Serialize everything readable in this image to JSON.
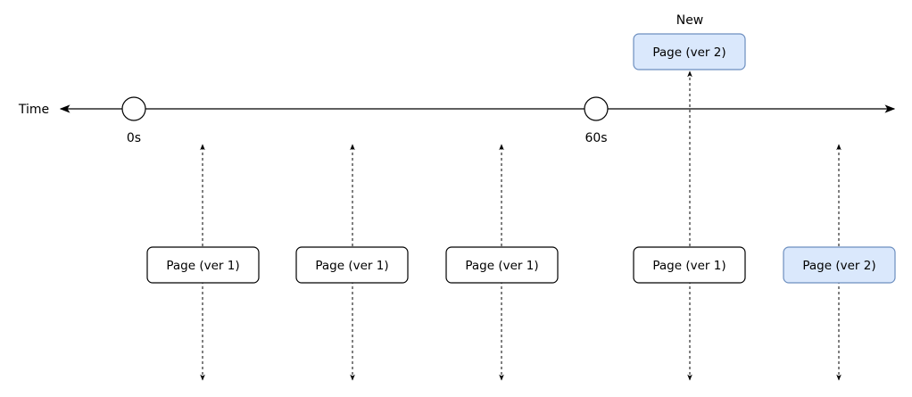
{
  "timeline": {
    "axis_label": "Time",
    "markers": [
      {
        "label": "0s"
      },
      {
        "label": "60s"
      }
    ]
  },
  "new_label": "New",
  "boxes": [
    {
      "label": "Page (ver 1)",
      "version": 1
    },
    {
      "label": "Page (ver 1)",
      "version": 1
    },
    {
      "label": "Page (ver 1)",
      "version": 1
    },
    {
      "label": "Page (ver 1)",
      "version": 1
    },
    {
      "label": "Page (ver 2)",
      "version": 2
    },
    {
      "label": "Page (ver 2)",
      "version": 2
    }
  ],
  "colors": {
    "line": "#000000",
    "box_default_fill": "#ffffff",
    "box_default_stroke": "#000000",
    "box_new_fill": "#dae8fc",
    "box_new_stroke": "#6c8ebf"
  }
}
